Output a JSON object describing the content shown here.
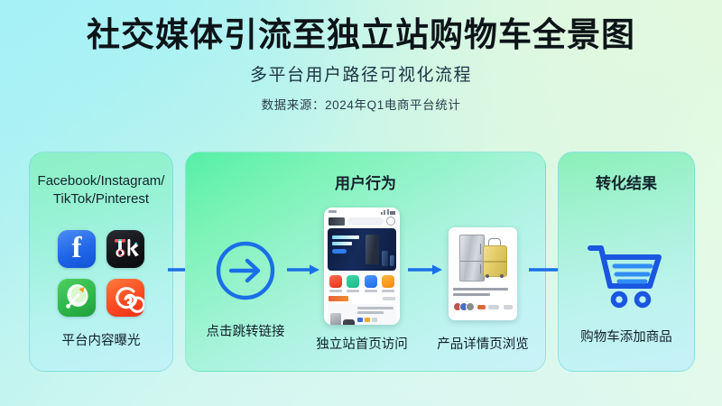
{
  "header": {
    "title": "社交媒体引流至独立站购物车全景图",
    "subtitle": "多平台用户路径可视化流程",
    "source": "数据来源：2024年Q1电商平台统计"
  },
  "panels": {
    "source": {
      "title": "Facebook/Instagram/\nTikTok/Pinterest",
      "title_line1": "Facebook/Instagram/",
      "title_line2": "TikTok/Pinterest",
      "caption": "平台内容曝光",
      "apps": [
        {
          "name": "facebook",
          "glyph": "f",
          "color": "#1f66e8"
        },
        {
          "name": "tiktok",
          "glyph": "Tik",
          "color": "#121317"
        },
        {
          "name": "douyin",
          "glyph": "",
          "color": "#2fb94b"
        },
        {
          "name": "xiaohongshu",
          "glyph": "",
          "color": "#fa4a22"
        }
      ]
    },
    "behavior": {
      "title": "用户行为",
      "steps": [
        {
          "name": "click-link",
          "caption": "点击跳转链接"
        },
        {
          "name": "homepage-visit",
          "caption": "独立站首页访问"
        },
        {
          "name": "product-detail",
          "caption": "产品详情页浏览"
        }
      ]
    },
    "result": {
      "title": "转化结果",
      "caption": "购物车添加商品"
    }
  },
  "colors": {
    "arrow": "#1a6fe8",
    "cart": "#1a56e0",
    "cart_lines": "#2f8df5",
    "title_text": "#0d1418",
    "bg_start": "#a9f0f5",
    "bg_end": "#e9fbe6"
  }
}
